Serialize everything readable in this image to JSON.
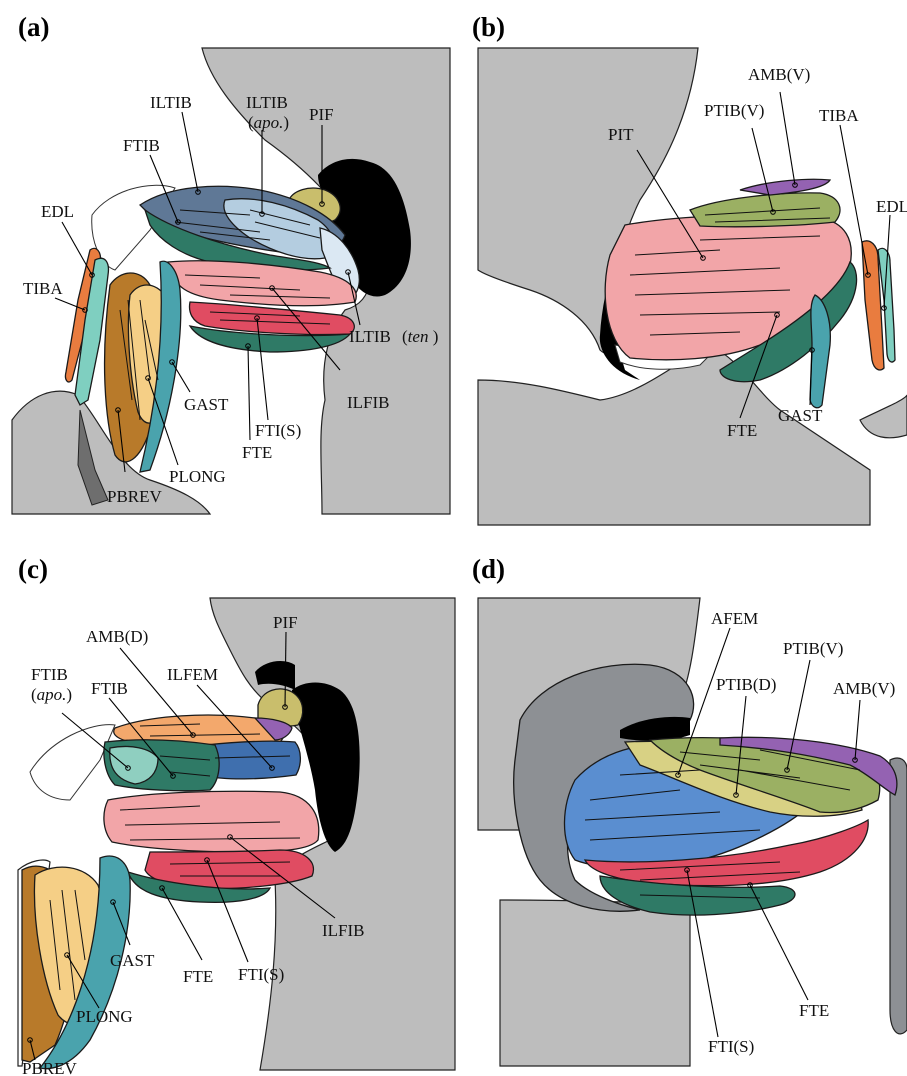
{
  "panels": {
    "a": {
      "letter": "(a)",
      "labels": {
        "iltib": "ILTIB",
        "iltib_apo_name": "ILTIB",
        "iltib_apo_note": "apo.",
        "pif": "PIF",
        "ftib": "FTIB",
        "edl": "EDL",
        "tiba": "TIBA",
        "iltib_ten_name": "ILTIB",
        "iltib_ten_note": "ten",
        "ilfib": "ILFIB",
        "gast": "GAST",
        "fti_s": "FTI(S)",
        "plong": "PLONG",
        "fte": "FTE",
        "pbrev": "PBREV"
      }
    },
    "b": {
      "letter": "(b)",
      "labels": {
        "amb_v": "AMB(V)",
        "ptib_v": "PTIB(V)",
        "pit": "PIT",
        "tiba": "TIBA",
        "edl": "EDL",
        "gast": "GAST",
        "fte": "FTE"
      }
    },
    "c": {
      "letter": "(c)",
      "labels": {
        "pif": "PIF",
        "amb_d": "AMB(D)",
        "ilfem": "ILFEM",
        "ftib_apo_name": "FTIB",
        "ftib_apo_note": "apo.",
        "ftib": "FTIB",
        "ilfib": "ILFIB",
        "gast": "GAST",
        "fti_s": "FTI(S)",
        "fte": "FTE",
        "plong": "PLONG",
        "pbrev": "PBREV"
      }
    },
    "d": {
      "letter": "(d)",
      "labels": {
        "afem": "AFEM",
        "ptib_v": "PTIB(V)",
        "ptib_d": "PTIB(D)",
        "amb_v": "AMB(V)",
        "fte": "FTE",
        "fti_s": "FTI(S)"
      }
    }
  },
  "colors": {
    "bone": "#bdbdbd",
    "bone_dark": "#8d9094",
    "iltib": "#5f7896",
    "iltib_apo": "#b4cde0",
    "iltib_ten": "#dbe8f3",
    "pif": "#c9be6c",
    "ftib": "#2f7a66",
    "ftib_apo": "#8fcfc0",
    "ilfib": "#f2a5a8",
    "fti_s": "#e04c62",
    "fte": "#2f7a66",
    "edl": "#e97c3f",
    "tiba": "#7fcfc0",
    "gast": "#4aa3ad",
    "plong": "#f5cf86",
    "pbrev": "#b87a2a",
    "pbrev_dark": "#6e6e6e",
    "pit": "#f2a5a8",
    "ptib_v": "#9bb063",
    "ptib_d": "#d8d184",
    "amb": "#9462b2",
    "amb_d": "#f3a86c",
    "ilfem": "#3f6fae",
    "afem": "#5a8ed0",
    "cartilage": "#000000"
  }
}
